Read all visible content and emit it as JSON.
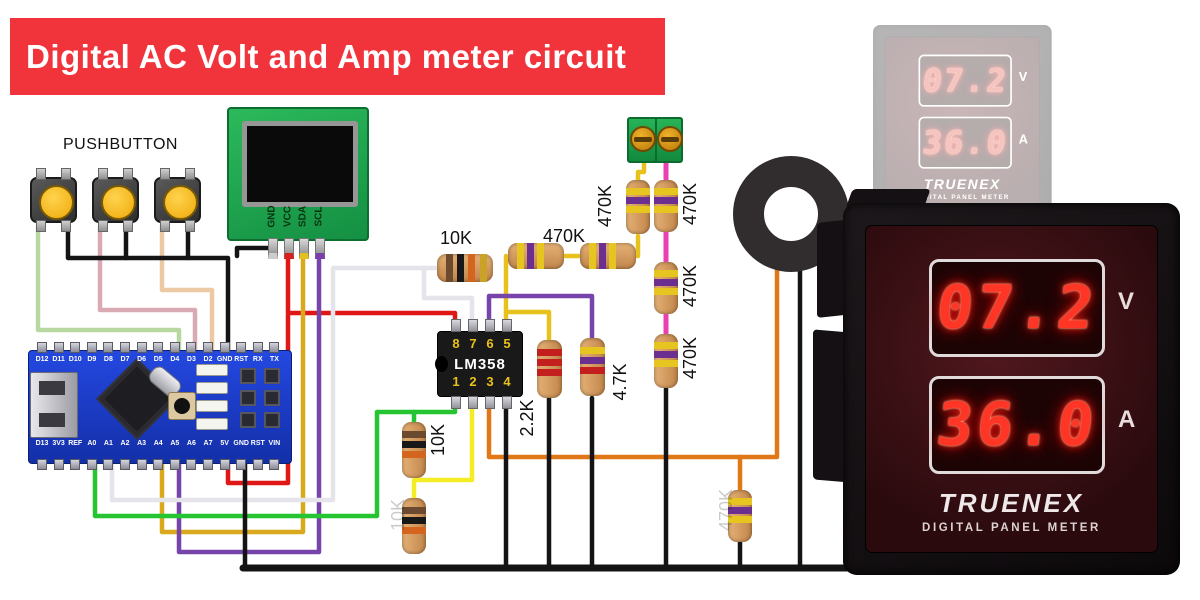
{
  "title": "Digital AC Volt and Amp meter circuit",
  "labels": {
    "pushbutton": "PUSHBUTTON",
    "r10k_h": "10K",
    "r470k_h": "470K",
    "r470k_left": "470K",
    "r470k_chain": [
      "470K",
      "470K",
      "470K"
    ],
    "r2k2": "2.2K",
    "r4k7": "4.7K",
    "r10k_v": "10K",
    "r10k_v2_faint": "10K",
    "r470k_v4_faint": "470K"
  },
  "oled": {
    "pins": [
      "GND",
      "VCC",
      "SDA",
      "SCL"
    ]
  },
  "arduino": {
    "top_pins": [
      "D12",
      "D11",
      "D10",
      "D9",
      "D8",
      "D7",
      "D6",
      "D5",
      "D4",
      "D3",
      "D2",
      "GND",
      "RST",
      "RX",
      "TX"
    ],
    "bottom_pins": [
      "D13",
      "3V3",
      "REF",
      "A0",
      "A1",
      "A2",
      "A3",
      "A4",
      "A5",
      "A6",
      "A7",
      "5V",
      "GND",
      "RST",
      "VIN"
    ]
  },
  "ic": {
    "name": "LM358",
    "top_pins": [
      "8",
      "7",
      "6",
      "5"
    ],
    "bottom_pins": [
      "1",
      "2",
      "3",
      "4"
    ]
  },
  "meter": {
    "brand": "TRUENEX",
    "subtitle": "DIGITAL PANEL METER",
    "volt": "07.2",
    "volt_unit": "V",
    "amp": "36.0",
    "amp_unit": "A"
  },
  "colors": {
    "banner": "#f1343c",
    "board_blue": "#1c3fd2",
    "pcb_green": "#22a84f",
    "digit_red": "#ff3525",
    "wire_orange": "#e07818",
    "wire_magenta": "#ea3fb1",
    "wire_purple": "#7744aa",
    "wire_yellow": "#f2d21f"
  }
}
